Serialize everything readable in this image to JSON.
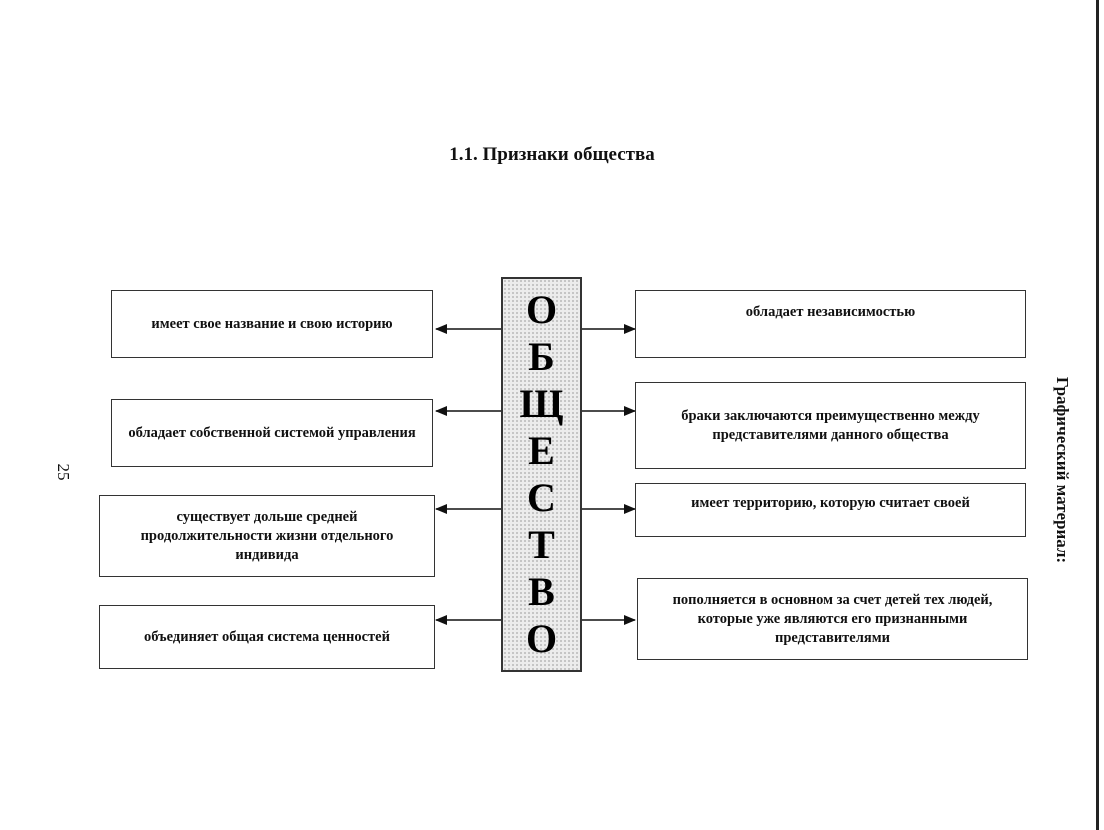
{
  "title": "1.1. Признаки общества",
  "page_number": "25",
  "side_label": "Графический материал:",
  "center_letters": [
    "О",
    "Б",
    "Щ",
    "Е",
    "С",
    "Т",
    "В",
    "О"
  ],
  "left_items": [
    {
      "label": "имеет свое название и свою историю"
    },
    {
      "label": "обладает собственной системой управления"
    },
    {
      "label": "существует дольше средней продолжительности жизни отдельного индивида"
    },
    {
      "label": "объединяет общая система ценностей"
    }
  ],
  "right_items": [
    {
      "label": "обладает независимостью"
    },
    {
      "label": "браки заключаются преимущественно между представителями данного общества"
    },
    {
      "label": "имеет территорию, которую считает своей"
    },
    {
      "label": "пополняется в основном за счет детей тех людей, которые уже являются его признанными представителями"
    }
  ]
}
